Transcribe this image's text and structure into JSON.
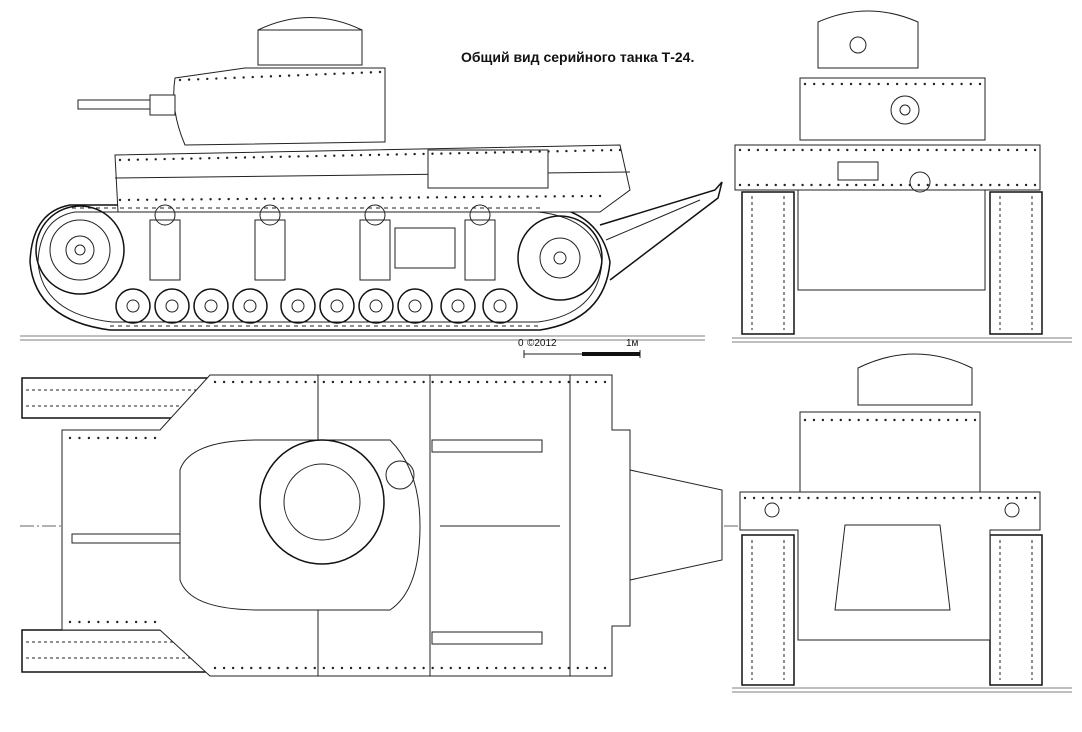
{
  "drawing": {
    "title": "Общий вид серийного танка Т-24.",
    "copyright": "©2012",
    "scale_bar": {
      "start_label": "0",
      "end_label": "1м"
    }
  },
  "views": [
    {
      "name": "side-view"
    },
    {
      "name": "front-view"
    },
    {
      "name": "top-view"
    },
    {
      "name": "rear-view"
    }
  ]
}
